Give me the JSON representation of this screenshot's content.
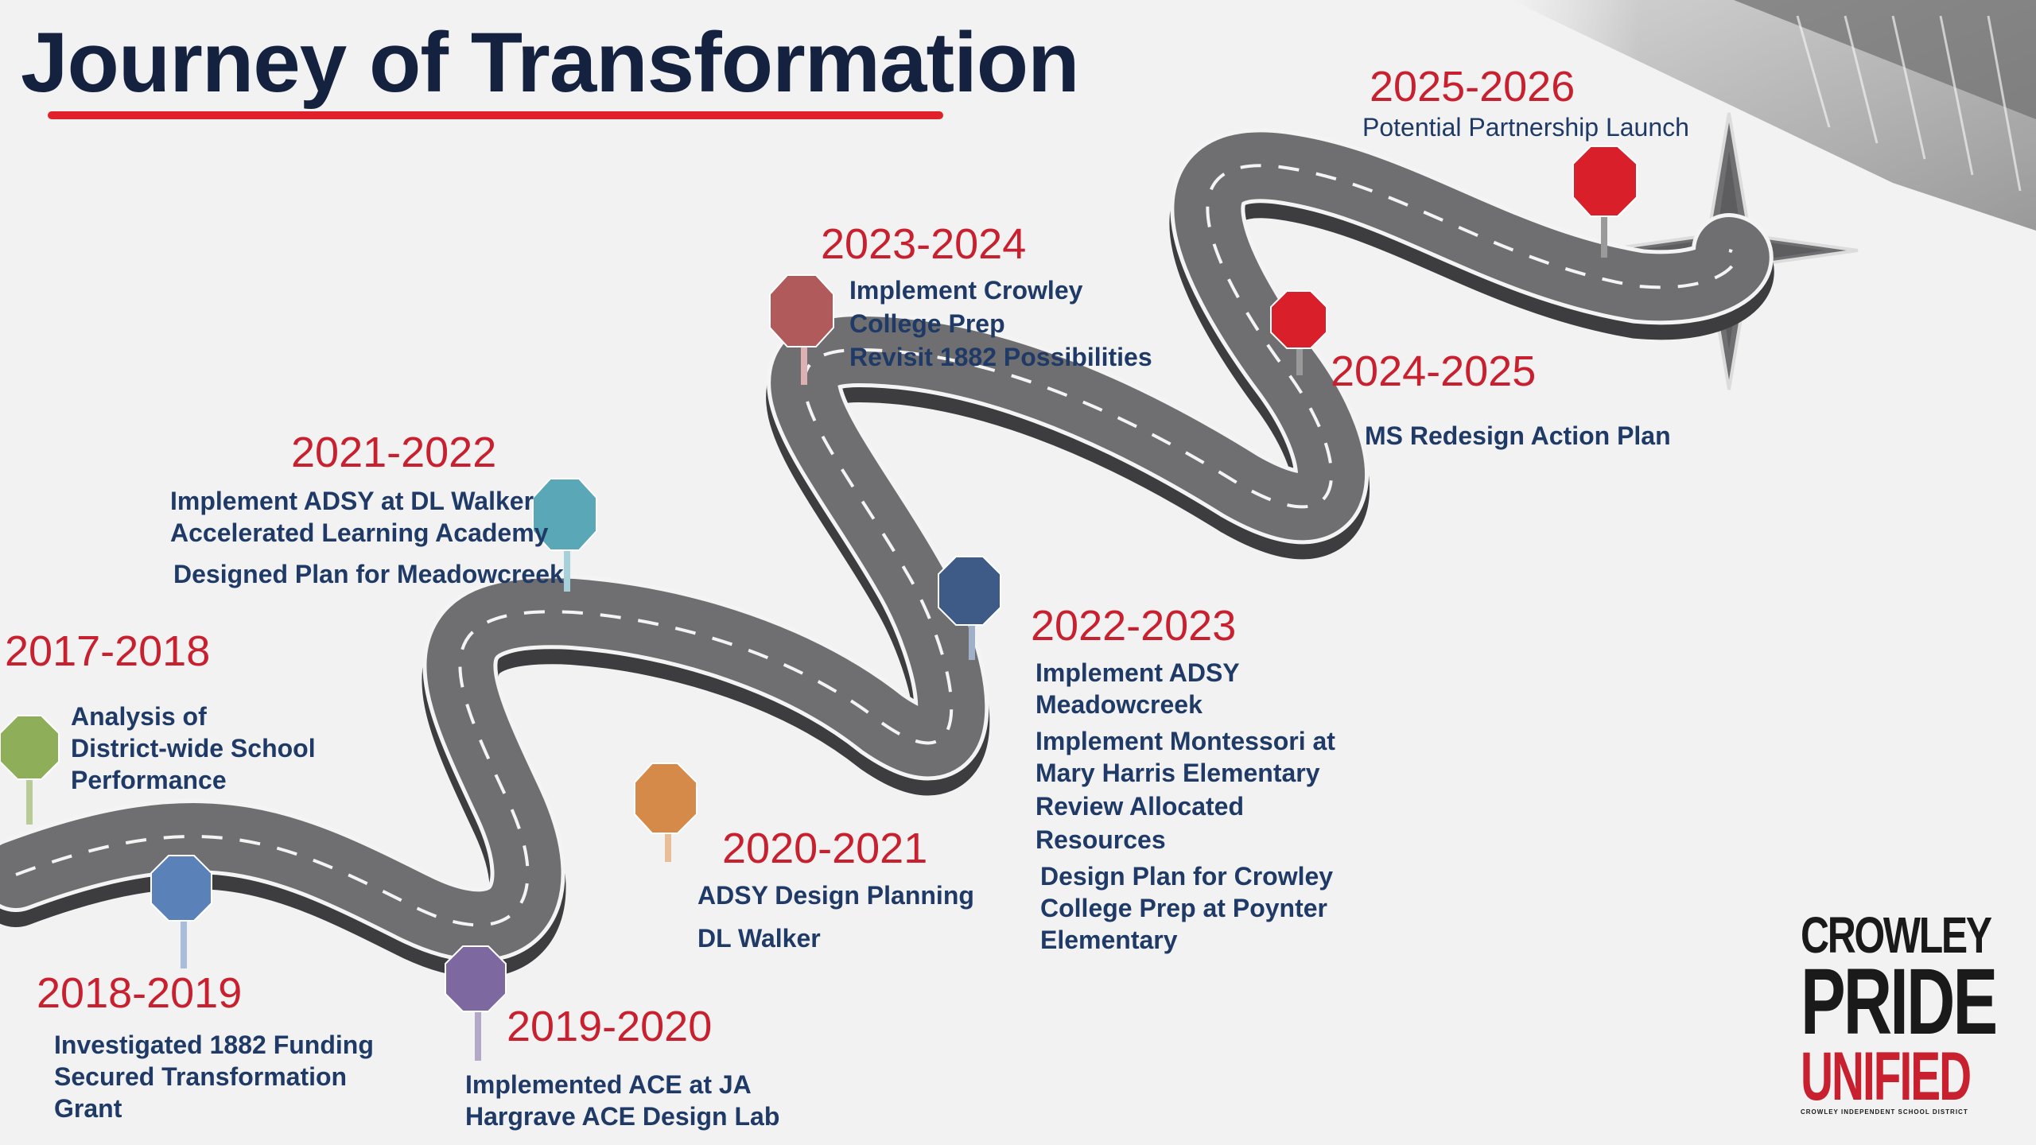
{
  "title": "Journey of Transformation",
  "colors": {
    "title": "#14223f",
    "accent_red": "#e0202a",
    "year_red": "#c8202e",
    "text_navy": "#1f3a66",
    "road": "#6f6f71",
    "road_edge": "#f4f4f4"
  },
  "milestones": [
    {
      "year": "2017-2018",
      "lines": [
        "Analysis of",
        "District-wide School",
        "Performance"
      ],
      "sign_color": "#8fae5a"
    },
    {
      "year": "2018-2019",
      "lines": [
        "Investigated 1882 Funding",
        "Secured Transformation",
        "Grant"
      ],
      "sign_color": "#5b82b8"
    },
    {
      "year": "2019-2020",
      "lines": [
        "Implemented ACE at JA",
        "Hargrave ACE Design Lab"
      ],
      "sign_color": "#7d69a0"
    },
    {
      "year": "2020-2021",
      "lines": [
        "ADSY Design Planning",
        "DL Walker"
      ],
      "sign_color": "#d58a4a"
    },
    {
      "year": "2021-2022",
      "lines": [
        "Implement ADSY at DL Walker",
        "Accelerated Learning Academy",
        "Designed  Plan for Meadowcreek"
      ],
      "sign_color": "#5aa7b8"
    },
    {
      "year": "2022-2023",
      "lines": [
        "Implement ADSY",
        "Meadowcreek",
        "Implement Montessori at",
        "Mary Harris Elementary",
        "Review Allocated",
        "Resources",
        "Design Plan for Crowley",
        "College Prep at Poynter",
        "Elementary"
      ],
      "sign_color": "#3e5a86"
    },
    {
      "year": "2023-2024",
      "lines": [
        "Implement Crowley",
        "College Prep",
        "Revisit 1882 Possibilities"
      ],
      "sign_color": "#b05a5c"
    },
    {
      "year": "2024-2025",
      "lines": [
        "MS Redesign Action Plan"
      ],
      "sign_color": "#d81f2a"
    },
    {
      "year": "2025-2026",
      "lines": [
        "Potential Partnership Launch"
      ],
      "sign_color": "#d81f2a"
    }
  ],
  "logo": {
    "line1": "CROWLEY",
    "line2": "PRIDE",
    "line3": "UNIFIED",
    "line4": "CROWLEY INDEPENDENT SCHOOL DISTRICT"
  }
}
